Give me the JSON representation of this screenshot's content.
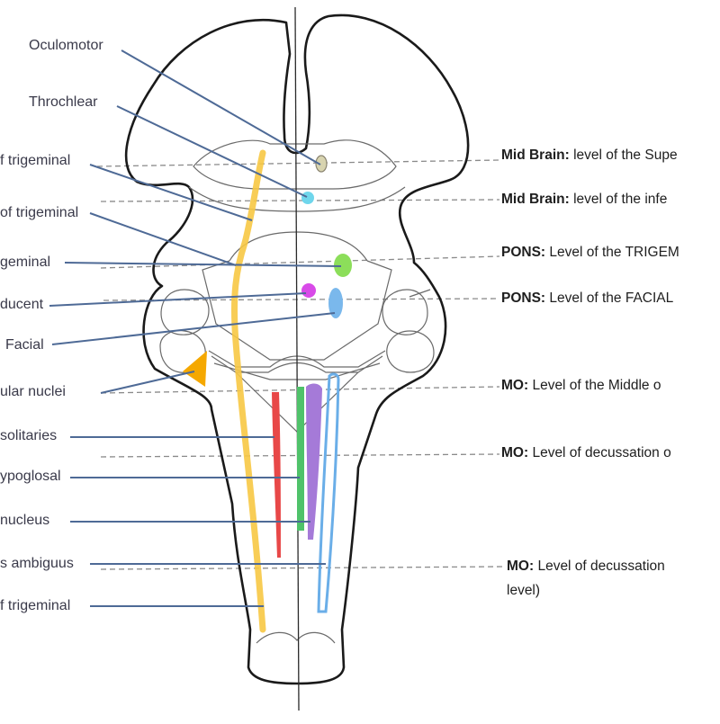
{
  "left_labels": [
    "Oculomotor",
    "Throchlear",
    "f trigeminal",
    " of trigeminal",
    "geminal",
    "ducent",
    "Facial",
    "ular nuclei",
    "solitaries",
    "ypoglosal",
    " nucleus",
    "s ambiguus",
    "f trigeminal"
  ],
  "levels": [
    {
      "prefix": "Mid Brain:",
      "text": " level of the Supe"
    },
    {
      "prefix": "Mid Brain:",
      "text": " level of the infe"
    },
    {
      "prefix": "PONS:",
      "text": " Level of the TRIGEM"
    },
    {
      "prefix": "PONS:",
      "text": " Level of the FACIAL "
    },
    {
      "prefix": "MO:",
      "text": "   Level of the Middle o"
    },
    {
      "prefix": "MO:",
      "text": "   Level of decussation o"
    },
    {
      "prefix": "MO:",
      "text": "   Level of decussation"
    }
  ],
  "level_extra": "level)",
  "colors": {
    "outline": "#1a1a1a",
    "pointer": "#4e6a96",
    "level_line": "#8a8a8a",
    "trigeminal_tract": "#f7c844",
    "oculomotor": "#d8d4b0",
    "trochlear": "#6fd6ec",
    "trigeminal_nucleus": "#8cde5a",
    "abducent": "#d84ae8",
    "facial": "#7ab8ec",
    "vestibular": "#f5a800",
    "solitarius": "#e84848",
    "hypoglossal": "#4fc26a",
    "dorsal_vagal": "#a57ad8",
    "ambiguus": "#6aaee8"
  }
}
